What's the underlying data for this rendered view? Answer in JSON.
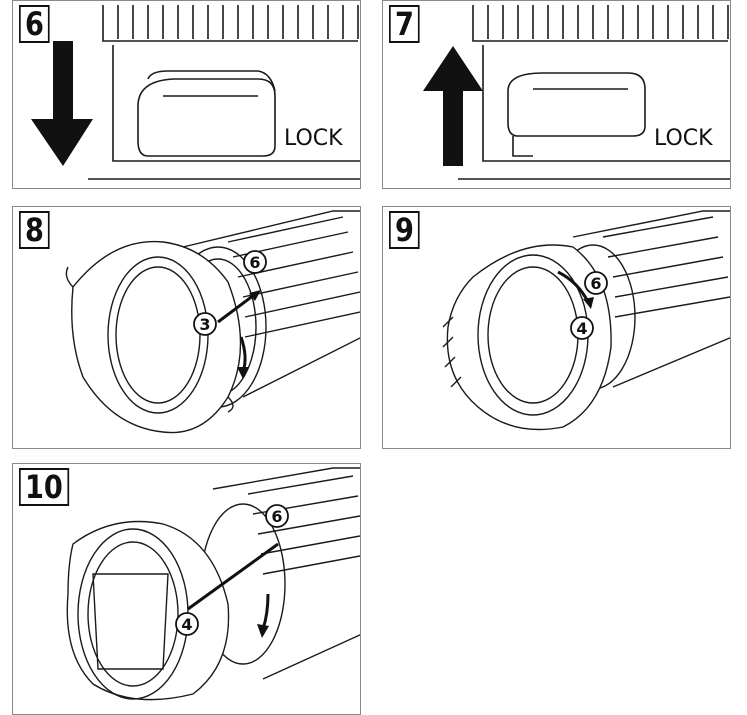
{
  "steps": [
    {
      "number": "6",
      "label": "LOCK"
    },
    {
      "number": "7",
      "label": "LOCK"
    },
    {
      "number": "8",
      "callouts": [
        "6",
        "3"
      ]
    },
    {
      "number": "9",
      "callouts": [
        "6",
        "4"
      ]
    },
    {
      "number": "10",
      "callouts": [
        "6",
        "4"
      ]
    }
  ],
  "colors": {
    "line": "#1a1a1a",
    "frame": "#8a8a8a",
    "arrow": "#111111"
  }
}
